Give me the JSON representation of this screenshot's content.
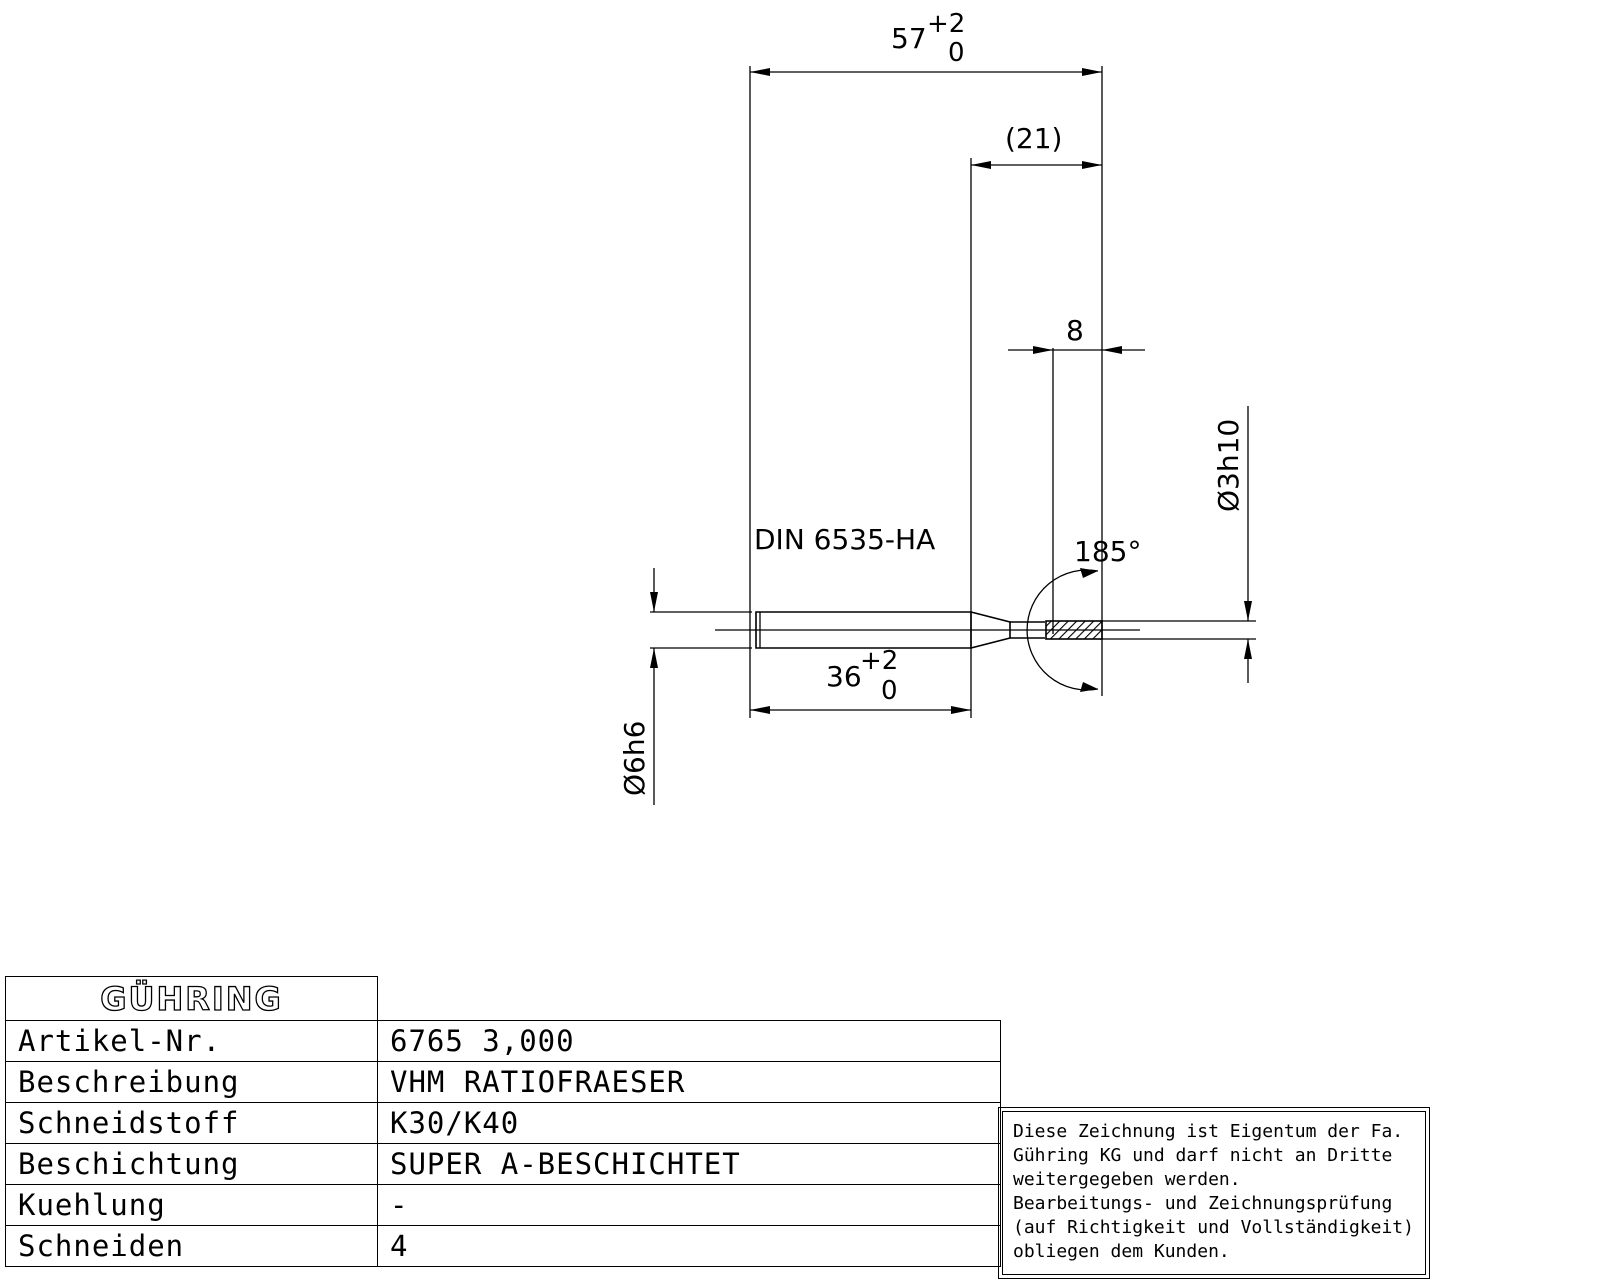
{
  "dimensions": {
    "overall_length": "57",
    "overall_tol_upper": "+2",
    "overall_tol_lower": "0",
    "neck_length": "(21)",
    "cut_length": "8",
    "cut_diameter": "Ø3h10",
    "shank_diameter": "Ø6h6",
    "shank_length": "36",
    "shank_tol_upper": "+2",
    "shank_tol_lower": "0",
    "standard": "DIN 6535-HA",
    "tip_angle": "185°"
  },
  "logo": {
    "text": "GÜHRING"
  },
  "title_block": {
    "rows": [
      {
        "label": "Artikel-Nr.",
        "value": "6765 3,000"
      },
      {
        "label": "Beschreibung",
        "value": "VHM RATIOFRAESER"
      },
      {
        "label": "Schneidstoff",
        "value": "K30/K40"
      },
      {
        "label": "Beschichtung",
        "value": "SUPER A-BESCHICHTET"
      },
      {
        "label": "Kuehlung",
        "value": "-"
      },
      {
        "label": "Schneiden",
        "value": "4"
      }
    ]
  },
  "notice": {
    "lines": [
      "Diese Zeichnung ist Eigentum der Fa.",
      "Gühring KG und darf nicht an Dritte",
      "weitergegeben werden.",
      "Bearbeitungs- und Zeichnungsprüfung",
      "(auf Richtigkeit und Vollständigkeit)",
      "obliegen dem Kunden."
    ]
  }
}
